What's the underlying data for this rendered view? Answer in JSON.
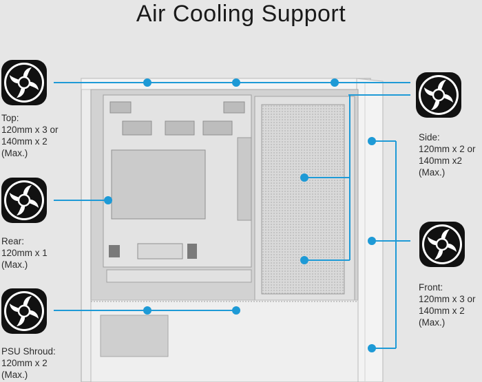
{
  "title": "Air Cooling Support",
  "accent_color": "#1e9ad6",
  "fan_icon": "fan-icon",
  "callouts": {
    "top": {
      "lines": [
        "Top:",
        "120mm x 3 or",
        "140mm x 2",
        "(Max.)"
      ]
    },
    "rear": {
      "lines": [
        "Rear:",
        "120mm x 1",
        "(Max.)"
      ]
    },
    "psu": {
      "lines": [
        "PSU Shroud:",
        "120mm x 2",
        "(Max.)"
      ]
    },
    "side": {
      "lines": [
        "Side:",
        "120mm x 2 or",
        "140mm x2",
        "(Max.)"
      ]
    },
    "front": {
      "lines": [
        "Front:",
        "120mm x 3 or",
        "140mm x 2",
        "(Max.)"
      ]
    }
  }
}
